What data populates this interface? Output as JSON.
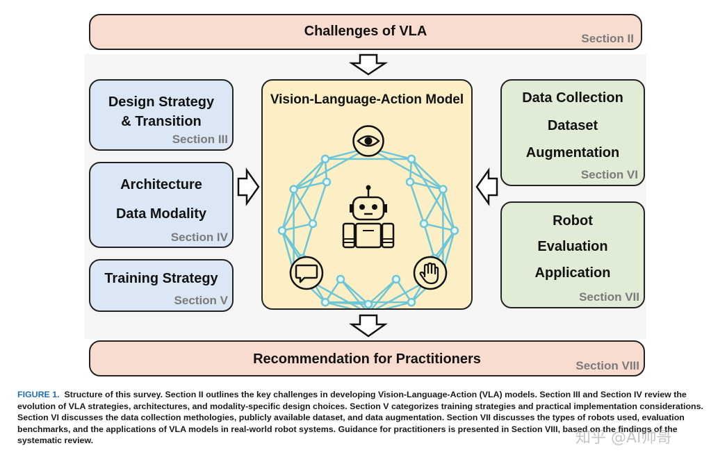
{
  "top_box": {
    "title": "Challenges of VLA",
    "section": "Section II"
  },
  "left_boxes": [
    {
      "lines": [
        "Design Strategy",
        "& Transition"
      ],
      "section": "Section III"
    },
    {
      "lines": [
        "Architecture",
        "Data Modality"
      ],
      "section": "Section IV"
    },
    {
      "lines": [
        "Training Strategy"
      ],
      "section": "Section V"
    }
  ],
  "center_box": {
    "title": "Vision-Language-Action Model"
  },
  "right_boxes": [
    {
      "lines": [
        "Data Collection",
        "Dataset",
        "Augmentation"
      ],
      "section": "Section VI"
    },
    {
      "lines": [
        "Robot",
        "Evaluation",
        "Application"
      ],
      "section": "Section VII"
    }
  ],
  "bottom_box": {
    "title": "Recommendation for Practitioners",
    "section": "Section VIII"
  },
  "caption": {
    "label": "FIGURE 1.",
    "lead": "Structure of this survey.",
    "body": "Section II outlines the key challenges in developing Vision-Language-Action (VLA) models. Section III and Section IV review the evolution of VLA strategies, architectures, and modality-specific design choices. Section V categorizes training strategies and practical implementation considerations. Section VI discusses the data collection methologies, publicly available dataset, and data augmentation. Section VII discusses the types of robots used, evaluation benchmarks, and the applications of VLA models in real-world robot systems. Guidance for practitioners is presented in Section VIII, based on the findings of the systematic review."
  },
  "watermark": "知乎 @AI帅哥",
  "colors": {
    "peach": "#f8dccf",
    "blue": "#dbe7f4",
    "green": "#e0ecd6",
    "yellow": "#fcefc6",
    "network": "#6cc6d6",
    "section_gray": "#7a7a7a",
    "caption_label": "#1f6fb2"
  },
  "icons": [
    "eye-icon",
    "robot-icon",
    "chat-bubble-icon",
    "hand-icon",
    "outline-arrow-icon"
  ]
}
